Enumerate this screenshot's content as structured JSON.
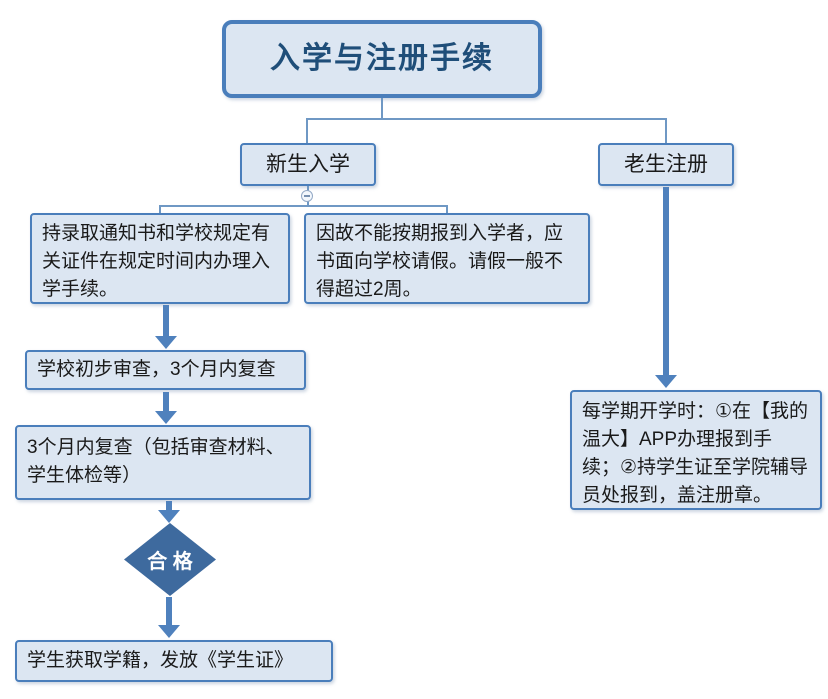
{
  "title": {
    "label": "入学与注册手续"
  },
  "branches": {
    "new_student": {
      "label": "新生入学"
    },
    "old_student": {
      "label": "老生注册"
    }
  },
  "steps": {
    "admission_notice": "持录取通知书和学校规定有关证件在规定时间内办理入学手续。",
    "leave_request": "因故不能按期报到入学者，应书面向学校请假。请假一般不得超过2周。",
    "initial_review": "学校初步审查，3个月内复查",
    "recheck": "3个月内复查（包括审查材料、学生体检等）",
    "qualified": "合 格",
    "student_register": "学生获取学籍，发放《学生证》",
    "old_student_process": "每学期开学时：①在【我的温大】APP办理报到手续；②持学生证至学院辅导员处报到，盖注册章。"
  },
  "icons": {
    "collapse": "minus-circle-icon"
  },
  "colors": {
    "border": "#4a7ebb",
    "fill": "#dce6f2",
    "title_color": "#1f4e79",
    "diamond": "#3e6a9e",
    "arrow": "#4f81bd",
    "connector": "#6f98c4"
  }
}
